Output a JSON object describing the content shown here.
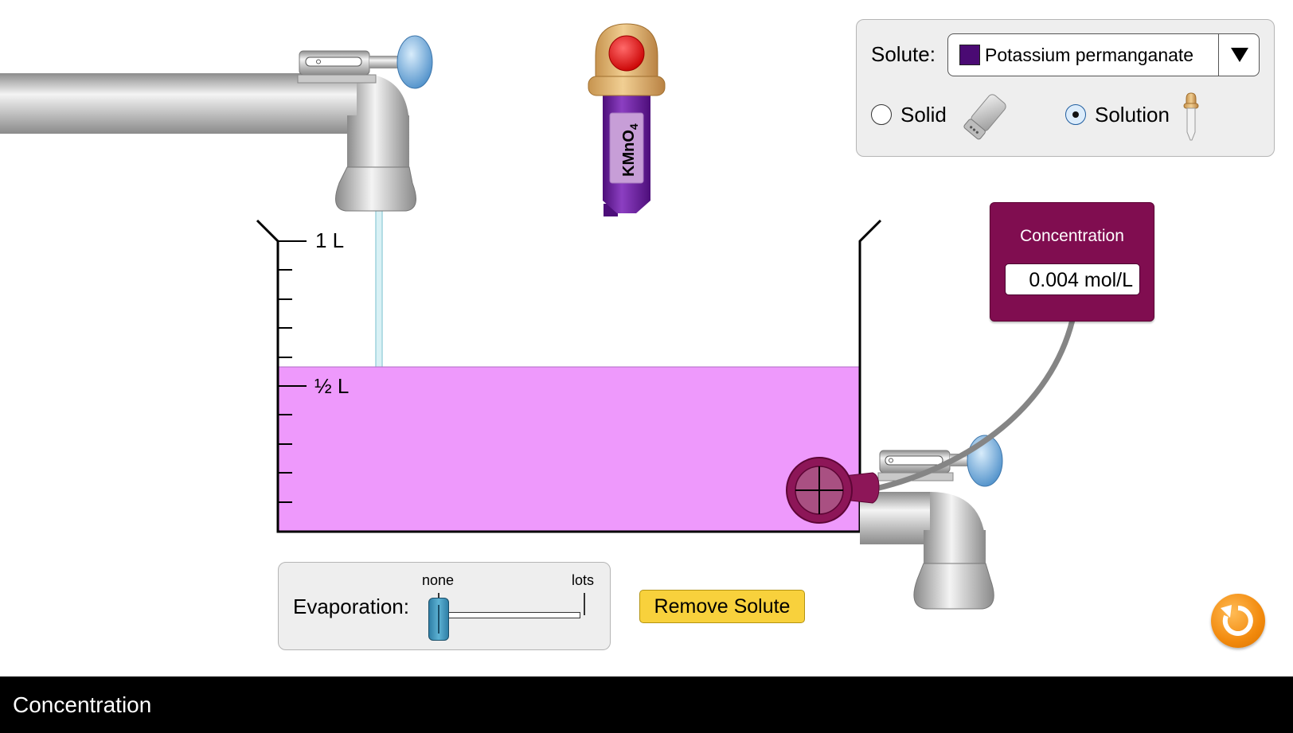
{
  "solute_panel": {
    "label": "Solute:",
    "selected": "Potassium permanganate",
    "selected_color": "#4a0a73",
    "dropdown_icon": "triangle-down-icon",
    "form_options": [
      {
        "label": "Solid",
        "checked": false,
        "icon": "shaker-icon"
      },
      {
        "label": "Solution",
        "checked": true,
        "icon": "dropper-icon"
      }
    ]
  },
  "dropper": {
    "label": "KMnO",
    "subscript": "4",
    "body_color": "#6a1aa0",
    "button_color": "#e81313"
  },
  "beaker": {
    "max_label": "1 L",
    "half_label": "½ L",
    "solution_color": "#ee99fc",
    "fill_fraction": 0.5
  },
  "meter": {
    "title": "Concentration",
    "value": "0.004 mol/L",
    "color": "#800d50"
  },
  "evaporation": {
    "label": "Evaporation:",
    "min_label": "none",
    "max_label": "lots",
    "value_fraction": 0
  },
  "remove_solute": "Remove Solute",
  "reset_icon": "reset-icon",
  "nav": {
    "title": "Concentration"
  }
}
